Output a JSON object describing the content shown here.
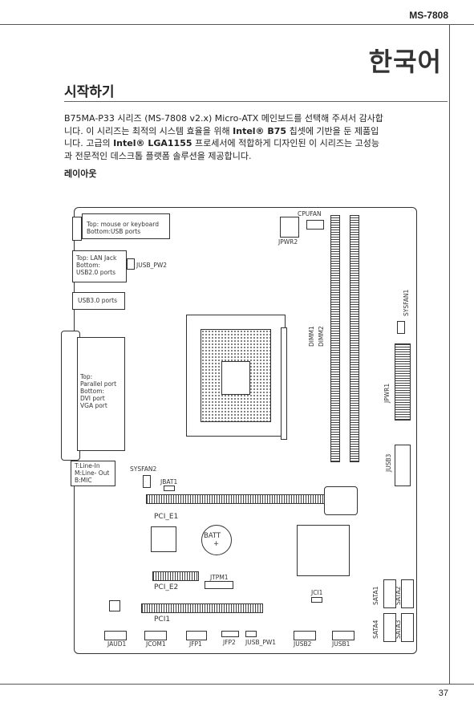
{
  "header": {
    "model": "MS-7808"
  },
  "title": {
    "language": "한국어",
    "section": "시작하기"
  },
  "intro": {
    "l1": "B75MA-P33 시리즈 (MS-7808 v2.x) Micro-ATX 메인보드를 선택해 주셔서 감사합",
    "l2a": "니다. 이 시리즈는 최적의 시스템 효율을 위해 ",
    "l2b": "Intel® B75",
    "l2c": " 칩셋에 기반을 둔 제품입",
    "l3a": "니다. 고급의 ",
    "l3b": "Intel® LGA1155",
    "l3c": " 프로세서에 적합하게 디자인된 이 시리즈는 고성능",
    "l4": "과 전문적인 데스크톱 플랫폼 솔루션을 제공합니다."
  },
  "layout_heading": "레이아웃",
  "board": {
    "io": {
      "mouse_kb": "Top: mouse or keyboard",
      "usb_ports": "Bottom:USB ports",
      "lan1": "Top: LAN Jack",
      "lan2": "Bottom:",
      "lan3": "USB2.0 ports",
      "usb3": "USB3.0 ports",
      "par1": "Top:",
      "par2": "Parallel port",
      "par3": "Bottom:",
      "par4": "DVI port",
      "par5": "VGA port",
      "aud1": "T:Line-In",
      "aud2": "M:Line- Out",
      "aud3": "B:MIC"
    },
    "labels": {
      "cpufan": "CPUFAN",
      "jpwr2": "JPWR2",
      "jusb_pw2": "JUSB_PW2",
      "dimm1": "DIMM1",
      "dimm2": "DIMM2",
      "sysfan1": "SYSFAN1",
      "jpwr1": "JPWR1",
      "jusb3": "JUSB3",
      "sysfan2": "SYSFAN2",
      "jbat1": "JBAT1",
      "pci_e1": "PCI_E1",
      "batt": "BATT",
      "batt_plus": "+",
      "pci_e2": "PCI_E2",
      "jtpm1": "JTPM1",
      "jci1": "JCI1",
      "sata1": "SATA1",
      "sata2": "SATA2",
      "pci1": "PCI1",
      "sata4": "SATA4",
      "sata3": "SATA3",
      "jaud1": "JAUD1",
      "jcom1": "JCOM1",
      "jfp1": "JFP1",
      "jfp2": "JFP2",
      "jusb_pw1": "JUSB_PW1",
      "jusb2": "JUSB2",
      "jusb1": "JUSB1"
    }
  },
  "footer": {
    "page": "37"
  }
}
